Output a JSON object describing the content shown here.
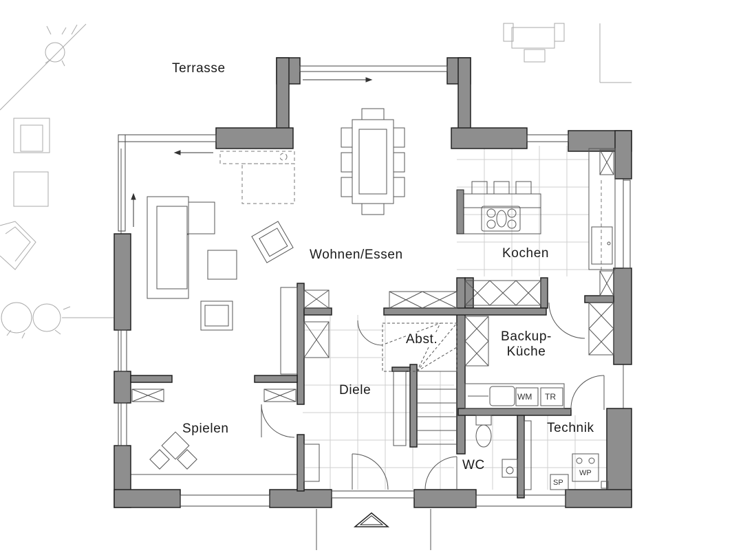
{
  "plan": {
    "rooms": {
      "terrasse": "Terrasse",
      "wohnen_essen": "Wohnen/Essen",
      "kochen": "Kochen",
      "abst": "Abst.",
      "backup_kueche_line1": "Backup-",
      "backup_kueche_line2": "Küche",
      "diele": "Diele",
      "spielen": "Spielen",
      "technik": "Technik",
      "wc": "WC"
    },
    "equipment": {
      "washing_machine": "WM",
      "dryer": "TR",
      "storage": "SP",
      "heat_pump": "WP"
    }
  },
  "colors": {
    "wall_fill": "#8e8e8e",
    "wall_stroke": "#222222",
    "line": "#555555",
    "tile_grid": "#cfcfcf"
  }
}
